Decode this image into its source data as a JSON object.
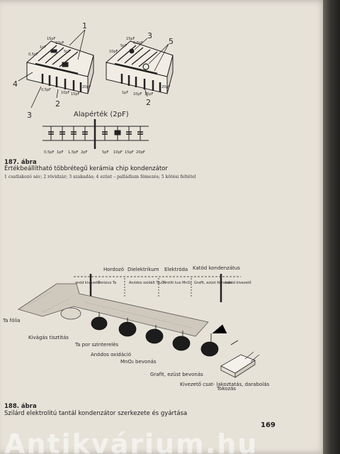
{
  "page": {
    "number": "169",
    "watermark": "Antikvárium.hu"
  },
  "figure187": {
    "number": "187. ábra",
    "title": "Értékbeállítható többrétegű kerámia chip kondenzátor",
    "legend": "1 csatlakozó sáv; 2 rövidzár; 3 szakadás; 4 ezüst – palládium fémezés; 5 kötési feltétel",
    "callouts": [
      "1",
      "2",
      "3",
      "4",
      "3",
      "2",
      "5"
    ],
    "left_chip_labels": [
      "15pF",
      "0,5pF",
      "1pF",
      "10pF",
      "5pF",
      "0,5pF",
      "10pF",
      "15pF",
      "20pF"
    ],
    "right_chip_labels": [
      "15pF",
      "10pF",
      "5pF",
      "0,5pF",
      "1pF",
      "10pF",
      "15pF",
      "20pF"
    ],
    "scale_title": "Alapérték (2pF)",
    "scale_labels": [
      "0,5pF",
      "1pF",
      "1,5pF",
      "2pF",
      "5pF",
      "10pF",
      "15pF",
      "20pF"
    ]
  },
  "figure188": {
    "number": "188. ábra",
    "title": "Szilárd elektrolitú tantál kondenzátor szerkezete és gyártása",
    "headers": [
      "Hordozó",
      "Dielektrikum",
      "Elektróda",
      "Katód kondenzátus"
    ],
    "table_row1": [
      "anód kivezető",
      "Porózus Ta",
      "Anódos oxidált Ta₂O₅",
      "Piroliti kus MnO₂",
      "Grafit, ezüst fémezés",
      "katód kivezető"
    ],
    "labels": {
      "ta_foil": "Ta fólia",
      "cut_clean": "Kivágás tisztítás",
      "ta_powder": "Ta por szinterelés",
      "anodic": "Anódos oxidáció",
      "mno2": "MnO₂ bevonás",
      "graphite": "Grafit, ezüst bevonás",
      "lead_attach": "Kivezető csat- lakoztatás, darabolás",
      "encapsulate": "Tokozás"
    }
  }
}
